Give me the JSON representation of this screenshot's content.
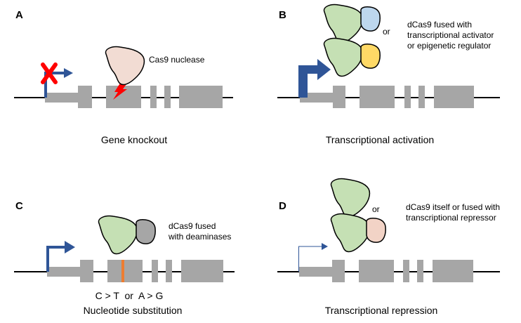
{
  "panels": {
    "a": {
      "letter": "A",
      "enzyme_label": "Cas9 nuclease",
      "caption": "Gene knockout"
    },
    "b": {
      "letter": "B",
      "separator": "or",
      "label_line1": "dCas9 fused with",
      "label_line2": "transcriptional activator",
      "label_line3": "or epigenetic regulator",
      "caption": "Transcriptional activation"
    },
    "c": {
      "letter": "C",
      "label_line1": "dCas9 fused",
      "label_line2": "with deaminases",
      "substitution": "C > T  or  A > G",
      "caption": "Nucleotide substitution"
    },
    "d": {
      "letter": "D",
      "separator": "or",
      "label_line1": "dCas9 itself or fused with",
      "label_line2": "transcriptional repressor",
      "caption": "Transcriptional repression"
    }
  },
  "colors": {
    "exon": "#a6a6a6",
    "promoter_arrow": "#2f5597",
    "cas9_nuclease": "#f2dcd3",
    "dcas9": "#c5e0b4",
    "activator": "#bdd7ee",
    "epigenetic_regulator": "#ffd966",
    "deaminase": "#a6a6a6",
    "repressor": "#f2d3c6",
    "knockout_cross": "#ff0000",
    "cut_bolt": "#ff0000",
    "base_edit_mark": "#ed7d31"
  }
}
